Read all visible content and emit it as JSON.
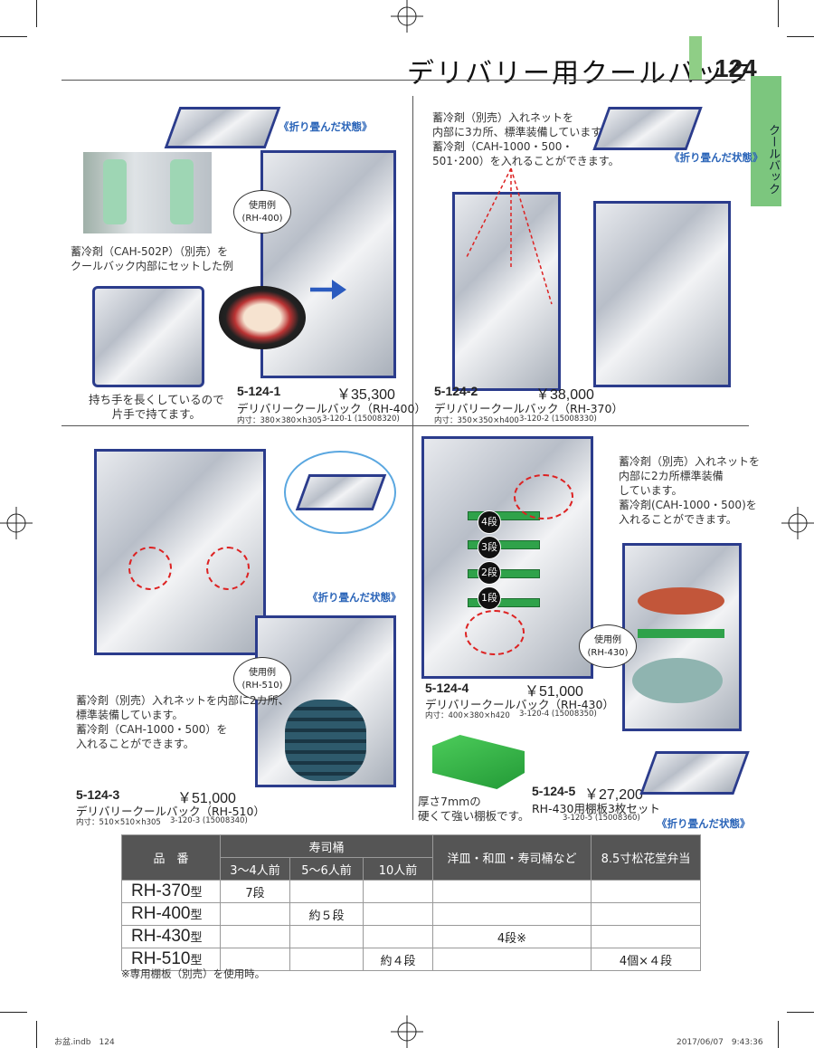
{
  "header": {
    "title": "デリバリー用クールバック",
    "page_number": "124",
    "side_tab": "クールバック"
  },
  "section1": {
    "folded_label": "《折り畳んだ状態》",
    "cooling_note": "蓄冷剤（CAH-502P）（別売）を\nクールバック内部にセットした例",
    "usage_label": "使用例",
    "usage_model": "(RH-400)",
    "handle_note": "持ち手を長くしているので\n片手で持てます。",
    "code": "5-124-1",
    "price": "￥35,300",
    "name": "デリバリークールバック（RH-400）",
    "dims": "内寸：380×380×h305",
    "ref": "3-120-1 (15008320)"
  },
  "section2": {
    "net_note": "蓄冷剤（別売）入れネットを\n内部に3カ所、標準装備しています。\n蓄冷剤（CAH-1000・500・\n501･200）を入れることができます。",
    "folded_label": "《折り畳んだ状態》",
    "code": "5-124-2",
    "price": "￥38,000",
    "name": "デリバリークールバック（RH-370）",
    "dims": "内寸：350×350×h400",
    "ref": "3-120-2 (15008330)"
  },
  "section3": {
    "folded_label": "《折り畳んだ状態》",
    "usage_label": "使用例",
    "usage_model": "(RH-510)",
    "net_note": "蓄冷剤（別売）入れネットを内部に2カ所、\n標準装備しています。\n蓄冷剤（CAH-1000・500）を\n入れることができます。",
    "code": "5-124-3",
    "price": "￥51,000",
    "name": "デリバリークールバック（RH-510）",
    "dims": "内寸：510×510×h305",
    "ref": "3-120-3 (15008340)"
  },
  "section4": {
    "net_note": "蓄冷剤（別売）入れネットを\n内部に2カ所標準装備\nしています。\n蓄冷剤(CAH-1000・500)を\n入れることができます。",
    "shelves": [
      "4段",
      "3段",
      "2段",
      "1段"
    ],
    "usage_label": "使用例",
    "usage_model": "(RH-430)",
    "code": "5-124-4",
    "price": "￥51,000",
    "name": "デリバリークールバック（RH-430）",
    "dims": "内寸：400×380×h420",
    "ref": "3-120-4 (15008350)"
  },
  "section5": {
    "board_note": "厚さ7mmの\n硬くて強い棚板です。",
    "code": "5-124-5",
    "price": "￥27,200",
    "name": "RH-430用棚板3枚セット",
    "ref": "3-120-5 (15008360)",
    "folded_label": "《折り畳んだ状態》"
  },
  "table": {
    "header_model": "品　番",
    "header_sushi": "寿司桶",
    "sub_3_4": "3〜4人前",
    "sub_5_6": "5〜6人前",
    "sub_10": "10人前",
    "header_plates": "洋皿・和皿・寿司桶など",
    "header_bento": "8.5寸松花堂弁当",
    "rows": [
      {
        "model": "RH-370",
        "suffix": "型",
        "c1": "7段",
        "c2": "",
        "c3": "",
        "c4": "",
        "c5": ""
      },
      {
        "model": "RH-400",
        "suffix": "型",
        "c1": "",
        "c2": "約５段",
        "c3": "",
        "c4": "",
        "c5": ""
      },
      {
        "model": "RH-430",
        "suffix": "型",
        "c1": "",
        "c2": "",
        "c3": "",
        "c4": "4段※",
        "c5": ""
      },
      {
        "model": "RH-510",
        "suffix": "型",
        "c1": "",
        "c2": "",
        "c3": "約４段",
        "c4": "",
        "c5": "4個×４段"
      }
    ],
    "footnote": "※専用棚板（別売）を使用時。"
  },
  "footer": {
    "left": "お盆.indb　124",
    "right": "2017/06/07　9:43:36"
  }
}
